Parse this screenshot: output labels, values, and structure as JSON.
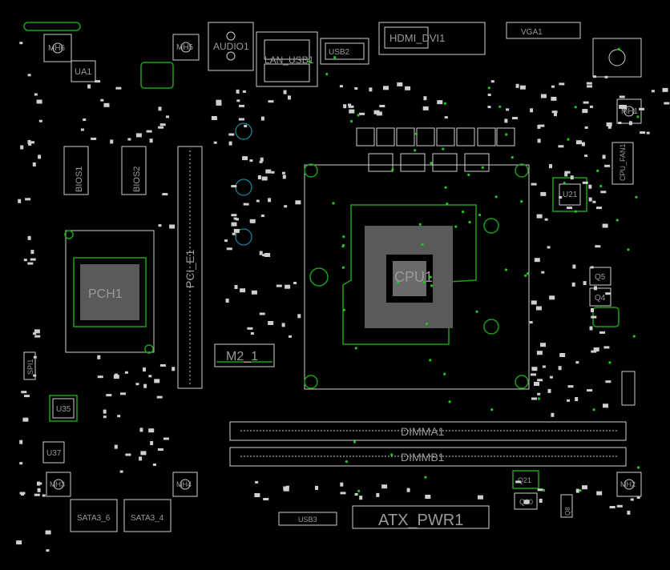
{
  "board": {
    "background": "#000000",
    "silk_color": "#cfcfcf",
    "outline_color": "#1aa01a",
    "via_color": "#1c8a9a"
  },
  "labels": {
    "mh6": "MH6",
    "mh5": "MH5",
    "audio1": "AUDIO1",
    "lan_usb1": "LAN_USB1",
    "usb2": "USB2",
    "hdmi": "HDMI_DVI1",
    "vga1": "VGA1",
    "ua1": "UA1",
    "mh1": "MH1",
    "cpu_fan1": "CPU_FAN1",
    "u21": "U21",
    "q5": "Q5",
    "q4": "Q4",
    "bios1": "BIOS1",
    "bios2": "BIOS2",
    "pci_e1": "PCI_E1",
    "pch1": "PCH1",
    "cpu1": "CPU1",
    "m2_1": "M2_1",
    "u35": "U35",
    "u37": "U37",
    "spi1": "SPI1",
    "dimm_a1": "DIMMA1",
    "dimm_b1": "DIMMB1",
    "mh3": "MH3",
    "mh4": "MH4",
    "mh2": "MH2",
    "sata3_6": "SATA3_6",
    "sata3_4": "SATA3_4",
    "atx_pwr1": "ATX_PWR1",
    "usb3": "USB3",
    "q21": "Q21",
    "q20": "Q20",
    "q8": "Q8"
  }
}
